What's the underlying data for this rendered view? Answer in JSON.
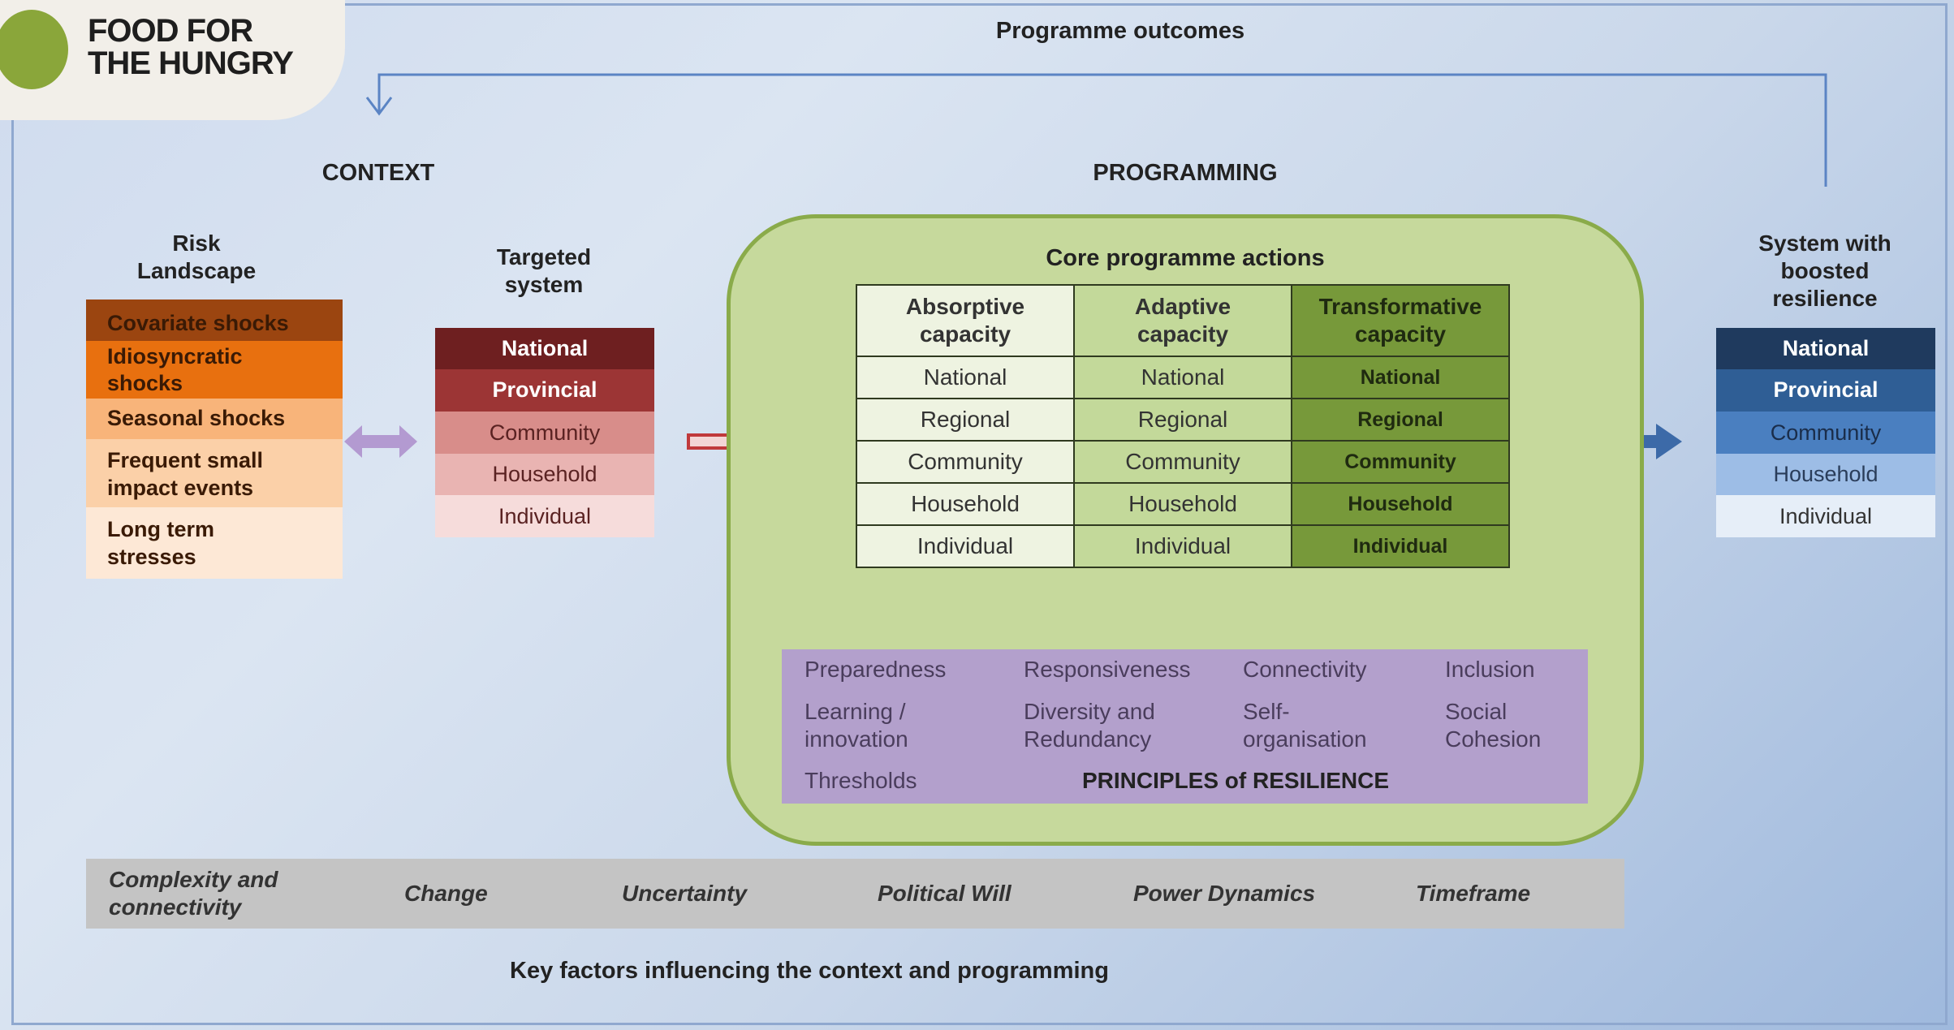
{
  "logo": {
    "line1": "FOOD FOR",
    "line2": "THE HUNGRY"
  },
  "programme_outcomes": "Programme outcomes",
  "context": {
    "heading": "CONTEXT",
    "risk_landscape": {
      "title_line1": "Risk",
      "title_line2": "Landscape",
      "items": [
        {
          "label": "Covariate shocks",
          "color": "#9b4510"
        },
        {
          "label": "Idiosyncratic shocks",
          "line1": "Idiosyncratic",
          "line2": "shocks",
          "color": "#e8700f"
        },
        {
          "label": "Seasonal shocks",
          "color": "#f8b47a"
        },
        {
          "label": "Frequent small impact events",
          "line1": "Frequent small",
          "line2": "impact events",
          "color": "#fbd0a8"
        },
        {
          "label": "Long term stresses",
          "line1": "Long term",
          "line2": "stresses",
          "color": "#fde8d6"
        }
      ]
    },
    "targeted_system": {
      "title_line1": "Targeted",
      "title_line2": "system",
      "items": [
        {
          "label": "National",
          "color": "#6e1f20"
        },
        {
          "label": "Provincial",
          "color": "#9c3535"
        },
        {
          "label": "Community",
          "color": "#d88d8a"
        },
        {
          "label": "Household",
          "color": "#e9b4b2"
        },
        {
          "label": "Individual",
          "color": "#f6dcdb"
        }
      ]
    }
  },
  "programming": {
    "heading": "PROGRAMMING",
    "core_title": "Core programme actions",
    "columns": [
      {
        "line1": "Absorptive",
        "line2": "capacity"
      },
      {
        "line1": "Adaptive",
        "line2": "capacity"
      },
      {
        "line1": "Transformative",
        "line2": "capacity"
      }
    ],
    "levels": [
      "National",
      "Regional",
      "Community",
      "Household",
      "Individual"
    ],
    "principles": {
      "title": "PRINCIPLES of RESILIENCE",
      "preparedness": "Preparedness",
      "responsiveness": "Responsiveness",
      "connectivity": "Connectivity",
      "inclusion": "Inclusion",
      "learning_1": "Learning /",
      "learning_2": "innovation",
      "diversity_1": "Diversity and",
      "diversity_2": "Redundancy",
      "self_1": "Self-",
      "self_2": "organisation",
      "social_1": "Social",
      "social_2": "Cohesion",
      "thresholds": "Thresholds"
    }
  },
  "outcome_system": {
    "title_line1": "System with",
    "title_line2": "boosted",
    "title_line3": "resilience",
    "items": [
      {
        "label": "National",
        "color": "#1f3a5e"
      },
      {
        "label": "Provincial",
        "color": "#2f5e95"
      },
      {
        "label": "Community",
        "color": "#4a7fc0"
      },
      {
        "label": "Household",
        "color": "#9dbde6"
      },
      {
        "label": "Individual",
        "color": "#e6eef8"
      }
    ]
  },
  "key_factors": {
    "caption": "Key factors influencing the context and programming",
    "complexity_1": "Complexity and",
    "complexity_2": "connectivity",
    "change": "Change",
    "uncertainty": "Uncertainty",
    "political_will": "Political Will",
    "power_dynamics": "Power Dynamics",
    "timeframe": "Timeframe"
  },
  "colors": {
    "programme_box": "#c6d99c",
    "programme_border": "#8aab4a",
    "principles_bg": "#b3a0cc",
    "factors_bg": "#c4c4c4",
    "arrow_red": "#c0393b",
    "arrow_blue": "#3c6aa8",
    "arrow_purple": "#b39ad1",
    "feedback_line": "#5b84c4"
  }
}
